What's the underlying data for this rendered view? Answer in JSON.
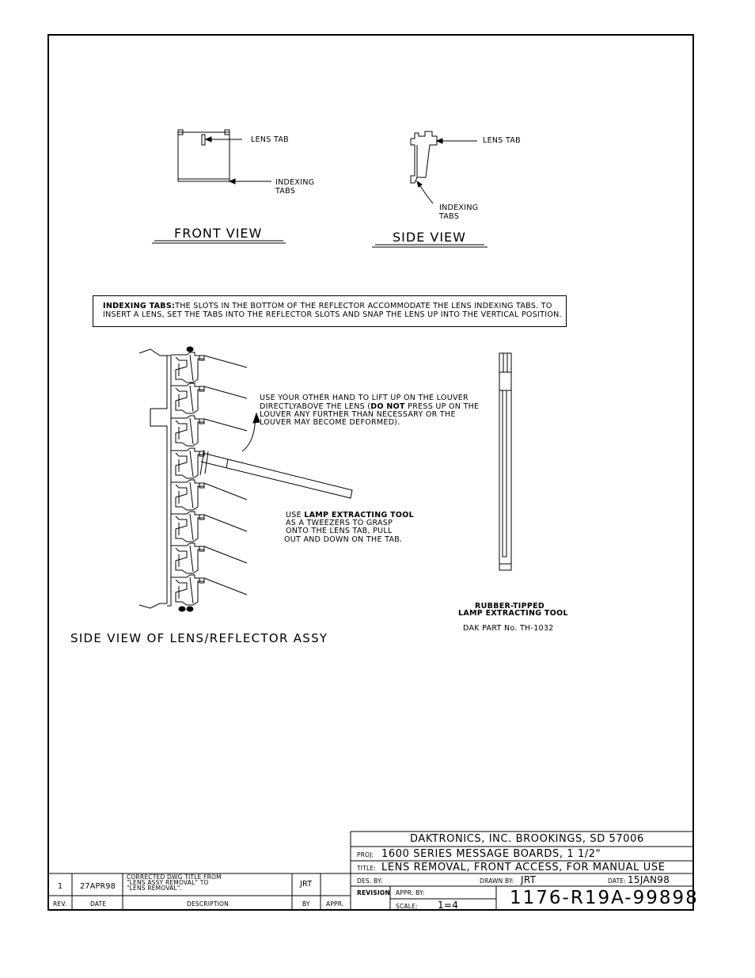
{
  "front_view": {
    "title": "FRONT VIEW",
    "lens_tab_label": "LENS TAB",
    "indexing_tabs_label_1": "INDEXING",
    "indexing_tabs_label_2": "TABS"
  },
  "side_view": {
    "title": "SIDE VIEW",
    "lens_tab_label": "LENS TAB",
    "indexing_tabs_label_1": "INDEXING",
    "indexing_tabs_label_2": "TABS"
  },
  "note": {
    "heading": "INDEXING TABS:",
    "line1_rest": "THE SLOTS IN THE BOTTOM OF THE REFLECTOR ACCOMMODATE THE LENS INDEXING TABS. TO",
    "line2": "INSERT A LENS, SET THE TABS INTO THE REFLECTOR SLOTS AND SNAP THE LENS UP INTO THE VERTICAL POSITION."
  },
  "assembly": {
    "callout_louver_1a": "USE YOUR OTHER HAND TO LIFT UP ON THE LOUVER",
    "callout_louver_2a": "DIRECTLYABOVE THE LENS (",
    "callout_louver_2b": "DO NOT",
    "callout_louver_2c": " PRESS UP ON THE",
    "callout_louver_3": "LOUVER ANY FURTHER THAN NECESSARY OR THE",
    "callout_louver_4": "LOUVER MAY BECOME DEFORMED).",
    "callout_tool_1a": "USE ",
    "callout_tool_1b": "LAMP EXTRACTING TOOL",
    "callout_tool_2": "AS A TWEEZERS TO GRASP",
    "callout_tool_3": "ONTO THE LENS TAB, PULL",
    "callout_tool_4": "OUT AND DOWN ON THE TAB.",
    "title": "SIDE VIEW OF LENS/REFLECTOR ASSY"
  },
  "tool": {
    "label_1": "RUBBER-TIPPED",
    "label_2": "LAMP EXTRACTING TOOL",
    "part_no": "DAK PART No. TH-1032"
  },
  "title_block": {
    "company": "DAKTRONICS, INC.   BROOKINGS, SD 57006",
    "proj_label": "PROJ:",
    "proj_value": "1600 SERIES MESSAGE BOARDS, 1 1/2\"",
    "title_label": "TITLE:",
    "title_value": "LENS REMOVAL, FRONT ACCESS, FOR MANUAL USE",
    "des_by_label": "DES. BY:",
    "drawn_by_label": "DRAWN BY:",
    "drawn_by_value": "JRT",
    "date_label": "DATE:",
    "date_value": "15JAN98",
    "revision_label": "REVISION",
    "appr_by_label": "APPR. BY:",
    "scale_label": "SCALE:",
    "scale_value": "1=4",
    "drawing_number": "1176-R19A-99898"
  },
  "revision_table": {
    "headers": [
      "REV.",
      "DATE",
      "DESCRIPTION",
      "BY",
      "APPR."
    ],
    "rows": [
      {
        "rev": "1",
        "date": "27APR98",
        "desc_1": "CORRECTED DWG TITLE FROM",
        "desc_2": "\"LENS ASSY REMOVAL\" TO",
        "desc_3": "\"LENS REMOVAL\".",
        "by": "JRT",
        "appr": ""
      }
    ]
  }
}
